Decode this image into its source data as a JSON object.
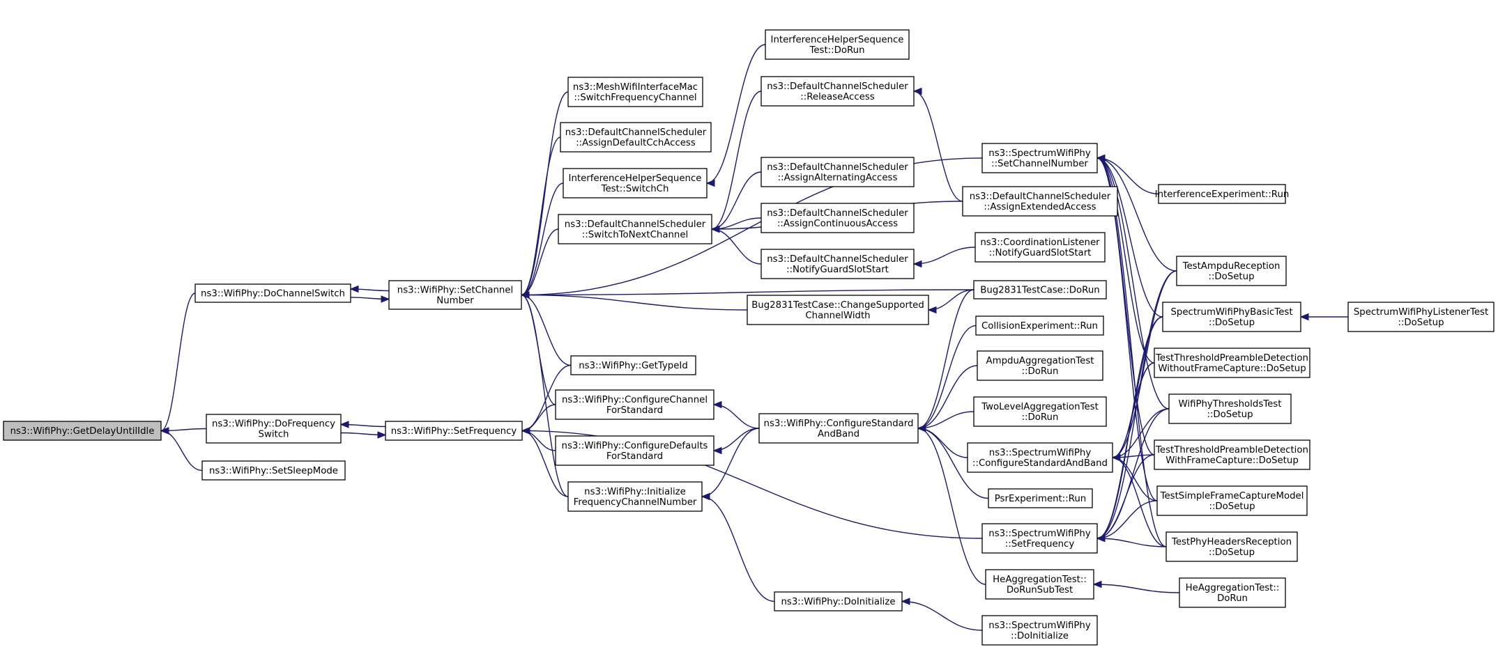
{
  "nodes": [
    {
      "id": "n0",
      "lines": [
        "ns3::WifiPhy::GetDelayUntilIdle"
      ],
      "root": true
    },
    {
      "id": "n1",
      "lines": [
        "ns3::WifiPhy::DoChannelSwitch"
      ]
    },
    {
      "id": "n2",
      "lines": [
        "ns3::WifiPhy::DoFrequency",
        "Switch"
      ]
    },
    {
      "id": "n3",
      "lines": [
        "ns3::WifiPhy::SetSleepMode"
      ]
    },
    {
      "id": "n4",
      "lines": [
        "ns3::WifiPhy::SetChannel",
        "Number"
      ]
    },
    {
      "id": "n5",
      "lines": [
        "ns3::WifiPhy::SetFrequency"
      ]
    },
    {
      "id": "n6",
      "lines": [
        "ns3::MeshWifiInterfaceMac",
        "::SwitchFrequencyChannel"
      ]
    },
    {
      "id": "n7",
      "lines": [
        "ns3::DefaultChannelScheduler",
        "::AssignDefaultCchAccess"
      ]
    },
    {
      "id": "n8",
      "lines": [
        "InterferenceHelperSequence",
        "Test::SwitchCh"
      ]
    },
    {
      "id": "n9",
      "lines": [
        "ns3::DefaultChannelScheduler",
        "::SwitchToNextChannel"
      ]
    },
    {
      "id": "n10",
      "lines": [
        "ns3::WifiPhy::GetTypeId"
      ]
    },
    {
      "id": "n11",
      "lines": [
        "ns3::WifiPhy::ConfigureChannel",
        "ForStandard"
      ]
    },
    {
      "id": "n12",
      "lines": [
        "ns3::WifiPhy::ConfigureDefaults",
        "ForStandard"
      ]
    },
    {
      "id": "n13",
      "lines": [
        "ns3::WifiPhy::Initialize",
        "FrequencyChannelNumber"
      ]
    },
    {
      "id": "n14",
      "lines": [
        "InterferenceHelperSequence",
        "Test::DoRun"
      ]
    },
    {
      "id": "n15",
      "lines": [
        "ns3::DefaultChannelScheduler",
        "::ReleaseAccess"
      ]
    },
    {
      "id": "n16",
      "lines": [
        "ns3::DefaultChannelScheduler",
        "::AssignAlternatingAccess"
      ]
    },
    {
      "id": "n17",
      "lines": [
        "ns3::DefaultChannelScheduler",
        "::AssignContinuousAccess"
      ]
    },
    {
      "id": "n18",
      "lines": [
        "ns3::DefaultChannelScheduler",
        "::NotifyGuardSlotStart"
      ]
    },
    {
      "id": "n19",
      "lines": [
        "Bug2831TestCase::ChangeSupported",
        "ChannelWidth"
      ]
    },
    {
      "id": "n20",
      "lines": [
        "ns3::WifiPhy::ConfigureStandard",
        "AndBand"
      ]
    },
    {
      "id": "n21",
      "lines": [
        "ns3::WifiPhy::DoInitialize"
      ]
    },
    {
      "id": "n22",
      "lines": [
        "ns3::SpectrumWifiPhy",
        "::SetChannelNumber"
      ]
    },
    {
      "id": "n23",
      "lines": [
        "ns3::DefaultChannelScheduler",
        "::AssignExtendedAccess"
      ]
    },
    {
      "id": "n24",
      "lines": [
        "ns3::CoordinationListener",
        "::NotifyGuardSlotStart"
      ]
    },
    {
      "id": "n25",
      "lines": [
        "Bug2831TestCase::DoRun"
      ]
    },
    {
      "id": "n26",
      "lines": [
        "CollisionExperiment::Run"
      ]
    },
    {
      "id": "n27",
      "lines": [
        "AmpduAggregationTest",
        "::DoRun"
      ]
    },
    {
      "id": "n28",
      "lines": [
        "TwoLevelAggregationTest",
        "::DoRun"
      ]
    },
    {
      "id": "n29",
      "lines": [
        "ns3::SpectrumWifiPhy",
        "::ConfigureStandardAndBand"
      ]
    },
    {
      "id": "n30",
      "lines": [
        "PsrExperiment::Run"
      ]
    },
    {
      "id": "n31",
      "lines": [
        "ns3::SpectrumWifiPhy",
        "::SetFrequency"
      ]
    },
    {
      "id": "n32",
      "lines": [
        "HeAggregationTest::",
        "DoRunSubTest"
      ]
    },
    {
      "id": "n33",
      "lines": [
        "ns3::SpectrumWifiPhy",
        "::DoInitialize"
      ]
    },
    {
      "id": "n34",
      "lines": [
        "InterferenceExperiment::Run"
      ]
    },
    {
      "id": "n35",
      "lines": [
        "TestAmpduReception",
        "::DoSetup"
      ]
    },
    {
      "id": "n36",
      "lines": [
        "SpectrumWifiPhyBasicTest",
        "::DoSetup"
      ]
    },
    {
      "id": "n37",
      "lines": [
        "TestThresholdPreambleDetection",
        "WithoutFrameCapture::DoSetup"
      ]
    },
    {
      "id": "n38",
      "lines": [
        "WifiPhyThresholdsTest",
        "::DoSetup"
      ]
    },
    {
      "id": "n39",
      "lines": [
        "TestThresholdPreambleDetection",
        "WithFrameCapture::DoSetup"
      ]
    },
    {
      "id": "n40",
      "lines": [
        "TestSimpleFrameCaptureModel",
        "::DoSetup"
      ]
    },
    {
      "id": "n41",
      "lines": [
        "TestPhyHeadersReception",
        "::DoSetup"
      ]
    },
    {
      "id": "n42",
      "lines": [
        "HeAggregationTest::",
        "DoRun"
      ]
    },
    {
      "id": "n43",
      "lines": [
        "SpectrumWifiPhyListenerTest",
        "::DoSetup"
      ]
    }
  ],
  "edges": [
    [
      "n1",
      "n0"
    ],
    [
      "n2",
      "n0"
    ],
    [
      "n3",
      "n0"
    ],
    [
      "n4",
      "n1"
    ],
    [
      "n1",
      "n4"
    ],
    [
      "n5",
      "n2"
    ],
    [
      "n2",
      "n5"
    ],
    [
      "n6",
      "n4"
    ],
    [
      "n7",
      "n4"
    ],
    [
      "n8",
      "n4"
    ],
    [
      "n9",
      "n4"
    ],
    [
      "n10",
      "n4"
    ],
    [
      "n11",
      "n4"
    ],
    [
      "n13",
      "n4"
    ],
    [
      "n19",
      "n4"
    ],
    [
      "n22",
      "n4"
    ],
    [
      "n25",
      "n4"
    ],
    [
      "n10",
      "n5"
    ],
    [
      "n11",
      "n5"
    ],
    [
      "n12",
      "n5"
    ],
    [
      "n13",
      "n5"
    ],
    [
      "n31",
      "n5"
    ],
    [
      "n14",
      "n8"
    ],
    [
      "n15",
      "n9"
    ],
    [
      "n16",
      "n9"
    ],
    [
      "n17",
      "n9"
    ],
    [
      "n18",
      "n9"
    ],
    [
      "n23",
      "n9"
    ],
    [
      "n23",
      "n15"
    ],
    [
      "n24",
      "n18"
    ],
    [
      "n25",
      "n19"
    ],
    [
      "n20",
      "n11"
    ],
    [
      "n20",
      "n12"
    ],
    [
      "n20",
      "n13"
    ],
    [
      "n21",
      "n13"
    ],
    [
      "n25",
      "n20"
    ],
    [
      "n26",
      "n20"
    ],
    [
      "n27",
      "n20"
    ],
    [
      "n28",
      "n20"
    ],
    [
      "n29",
      "n20"
    ],
    [
      "n30",
      "n20"
    ],
    [
      "n32",
      "n20"
    ],
    [
      "n33",
      "n21"
    ],
    [
      "n34",
      "n22"
    ],
    [
      "n35",
      "n22"
    ],
    [
      "n36",
      "n22"
    ],
    [
      "n37",
      "n22"
    ],
    [
      "n38",
      "n22"
    ],
    [
      "n39",
      "n22"
    ],
    [
      "n40",
      "n22"
    ],
    [
      "n41",
      "n22"
    ],
    [
      "n35",
      "n29"
    ],
    [
      "n36",
      "n29"
    ],
    [
      "n37",
      "n29"
    ],
    [
      "n38",
      "n29"
    ],
    [
      "n39",
      "n29"
    ],
    [
      "n40",
      "n29"
    ],
    [
      "n41",
      "n29"
    ],
    [
      "n35",
      "n31"
    ],
    [
      "n36",
      "n31"
    ],
    [
      "n37",
      "n31"
    ],
    [
      "n38",
      "n31"
    ],
    [
      "n39",
      "n31"
    ],
    [
      "n40",
      "n31"
    ],
    [
      "n41",
      "n31"
    ],
    [
      "n42",
      "n32"
    ],
    [
      "n43",
      "n36"
    ]
  ]
}
